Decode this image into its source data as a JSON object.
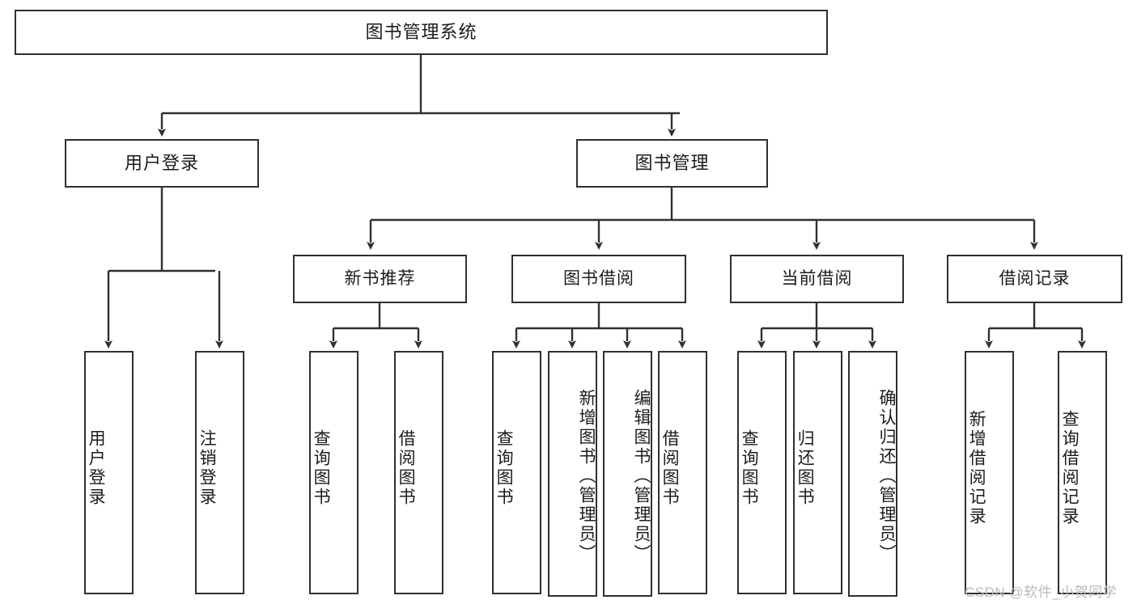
{
  "diagram": {
    "title": "图书管理系统",
    "type": "tree",
    "watermark": "CSDN @软件_小贺同学",
    "colors": {
      "box_border": "#303030",
      "box_fill": "#ffffff",
      "edge": "#303030",
      "text": "#1c1c1c",
      "watermark": "#b9b9b9"
    },
    "nodes": {
      "root": {
        "label": "图书管理系统"
      },
      "level2": [
        {
          "id": "user-login",
          "label": "用户登录"
        },
        {
          "id": "book-manage",
          "label": "图书管理"
        }
      ],
      "level3": [
        {
          "id": "new-book-recommend",
          "label": "新书推荐"
        },
        {
          "id": "book-borrow",
          "label": "图书借阅"
        },
        {
          "id": "current-borrow",
          "label": "当前借阅"
        },
        {
          "id": "borrow-record",
          "label": "借阅记录"
        }
      ],
      "leaves": {
        "user-login": [
          {
            "id": "leaf-user-login",
            "label": "用户登录"
          },
          {
            "id": "leaf-user-logout",
            "label": "注销登录"
          }
        ],
        "new-book-recommend": [
          {
            "id": "leaf-query-book-1",
            "label": "查询图书"
          },
          {
            "id": "leaf-borrow-book-1",
            "label": "借阅图书"
          }
        ],
        "book-borrow": [
          {
            "id": "leaf-query-book-2",
            "label": "查询图书"
          },
          {
            "id": "leaf-add-book",
            "label": "新增图书（管理员）"
          },
          {
            "id": "leaf-edit-book",
            "label": "编辑图书（管理员）"
          },
          {
            "id": "leaf-borrow-book-2",
            "label": "借阅图书"
          }
        ],
        "current-borrow": [
          {
            "id": "leaf-query-book-3",
            "label": "查询图书"
          },
          {
            "id": "leaf-return-book",
            "label": "归还图书"
          },
          {
            "id": "leaf-confirm-return",
            "label": "确认归还（管理员）"
          }
        ],
        "borrow-record": [
          {
            "id": "leaf-add-record",
            "label": "新增借阅记录"
          },
          {
            "id": "leaf-query-record",
            "label": "查询借阅记录"
          }
        ]
      }
    }
  }
}
